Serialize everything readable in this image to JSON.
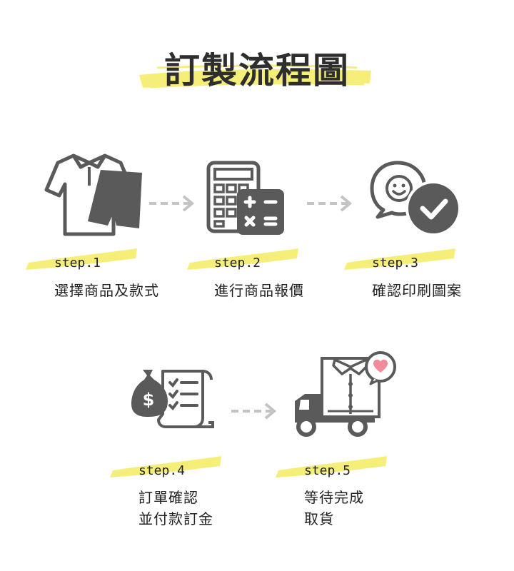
{
  "title": "訂製流程圖",
  "colors": {
    "icon": "#5a5a5a",
    "highlight": "#f5ef7a",
    "arrow": "#c4c4c4",
    "heart": "#f28b9a"
  },
  "steps": [
    {
      "label": "step.1",
      "lines": [
        "選擇商品及款式"
      ],
      "icon": "shirt-shorts-icon"
    },
    {
      "label": "step.2",
      "lines": [
        "進行商品報價"
      ],
      "icon": "calculator-icon"
    },
    {
      "label": "step.3",
      "lines": [
        "確認印刷圖案"
      ],
      "icon": "smile-check-icon"
    },
    {
      "label": "step.4",
      "lines": [
        "訂單確認",
        "並付款訂金"
      ],
      "icon": "moneybag-receipt-icon"
    },
    {
      "label": "step.5",
      "lines": [
        "等待完成",
        "取貨"
      ],
      "icon": "truck-shirt-heart-icon"
    }
  ]
}
